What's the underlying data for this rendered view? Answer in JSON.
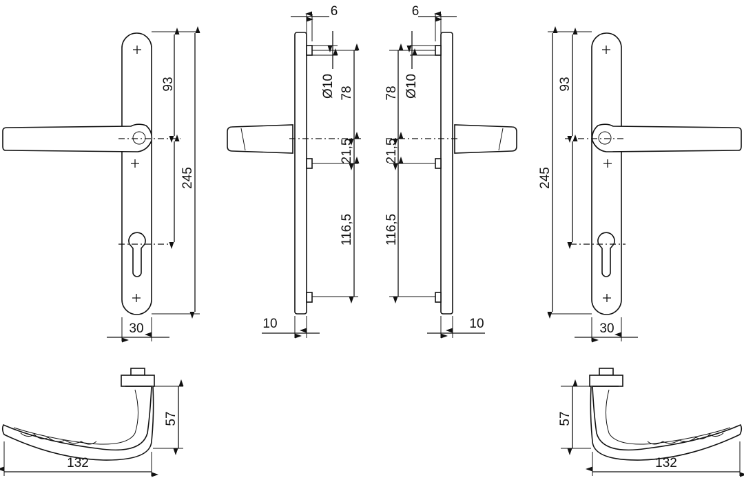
{
  "colors": {
    "line": "#111111",
    "background": "#ffffff"
  },
  "dimensions": {
    "front_left": {
      "spindle_to_cylinder": "93",
      "plate_length": "245",
      "plate_width": "30"
    },
    "side_left": {
      "offset": "6",
      "bore_diameter": "Ø10",
      "top_fixing_to_spindle": "78",
      "spindle_to_fixing": "21,5",
      "fixing_spacing": "116,5",
      "plate_thickness": "10"
    },
    "side_right": {
      "offset": "6",
      "bore_diameter": "Ø10",
      "top_fixing_to_spindle": "78",
      "spindle_to_fixing": "21,5",
      "fixing_spacing": "116,5",
      "plate_thickness": "10"
    },
    "front_right": {
      "spindle_to_cylinder": "93",
      "plate_length": "245",
      "plate_width": "30"
    },
    "top_left": {
      "height": "57",
      "length": "132"
    },
    "top_right": {
      "height": "57",
      "length": "132"
    }
  }
}
